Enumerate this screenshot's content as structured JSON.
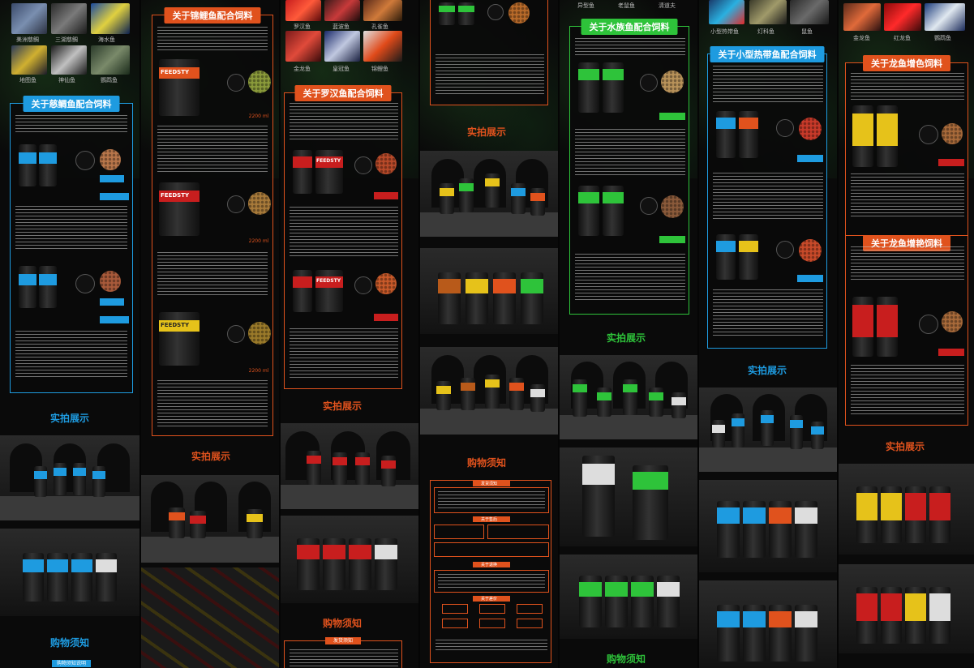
{
  "columns": [
    {
      "id": "cichlid",
      "accent": "#1e9be0",
      "thumbs": [
        "美洲慈鲷",
        "三湖慈鲷",
        "海水鱼",
        "地图鱼",
        "神仙鱼",
        "鹦鹉鱼"
      ],
      "panel_title": "关于慈鲷鱼配合饲料",
      "real_shot": "实拍展示",
      "notice": "购物须知",
      "notice_badge": "购物须知说明"
    },
    {
      "id": "koi",
      "accent": "#e0521d",
      "panel_title": "关于锦鲤鱼配合饲料",
      "brand": "FEEDSTY",
      "weights": [
        "2200 ml",
        "2200 ml",
        "2200 ml"
      ],
      "real_shot": "实拍展示"
    },
    {
      "id": "flowerhorn",
      "accent": "#e0521d",
      "thumbs": [
        "罗汉鱼",
        "蓝波鱼",
        "孔雀鱼",
        "金龙鱼",
        "皇冠鱼",
        "锦鲤鱼"
      ],
      "panel_title": "关于罗汉鱼配合饲料",
      "brand": "FEEDSTY",
      "real_shot": "实拍展示",
      "notice": "购物须知",
      "notice_badge": "发货须知"
    },
    {
      "id": "mixed",
      "accent": "#e0521d",
      "real_shot": "实拍展示",
      "notice": "购物须知",
      "notice_sections": [
        "发货须知",
        "关于售后",
        "关于退换",
        "关于差价"
      ]
    },
    {
      "id": "plecos",
      "accent": "#2ec33a",
      "thumbs": [
        "异型鱼",
        "老鼠鱼",
        "清道夫"
      ],
      "panel_title": "关于水族鱼配合饲料",
      "real_shot": "实拍展示",
      "notice": "购物须知"
    },
    {
      "id": "tropical",
      "accent": "#1e9be0",
      "thumbs": [
        "小型热带鱼",
        "灯科鱼",
        "鼠鱼"
      ],
      "panel_title": "关于小型热带鱼配合饲料",
      "real_shot": "实拍展示"
    },
    {
      "id": "arowana",
      "accent": "#e0521d",
      "thumbs": [
        "金龙鱼",
        "红龙鱼",
        "鹦鹉鱼"
      ],
      "panel_title": "关于龙鱼增色饲料",
      "panel_title_2": "关于龙鱼增艳饲料",
      "real_shot": "实拍展示"
    }
  ],
  "colors": {
    "blue": "#1e9be0",
    "orange": "#e0521d",
    "green": "#2ec33a",
    "yellow": "#e6c21a",
    "red": "#c81e1e"
  }
}
